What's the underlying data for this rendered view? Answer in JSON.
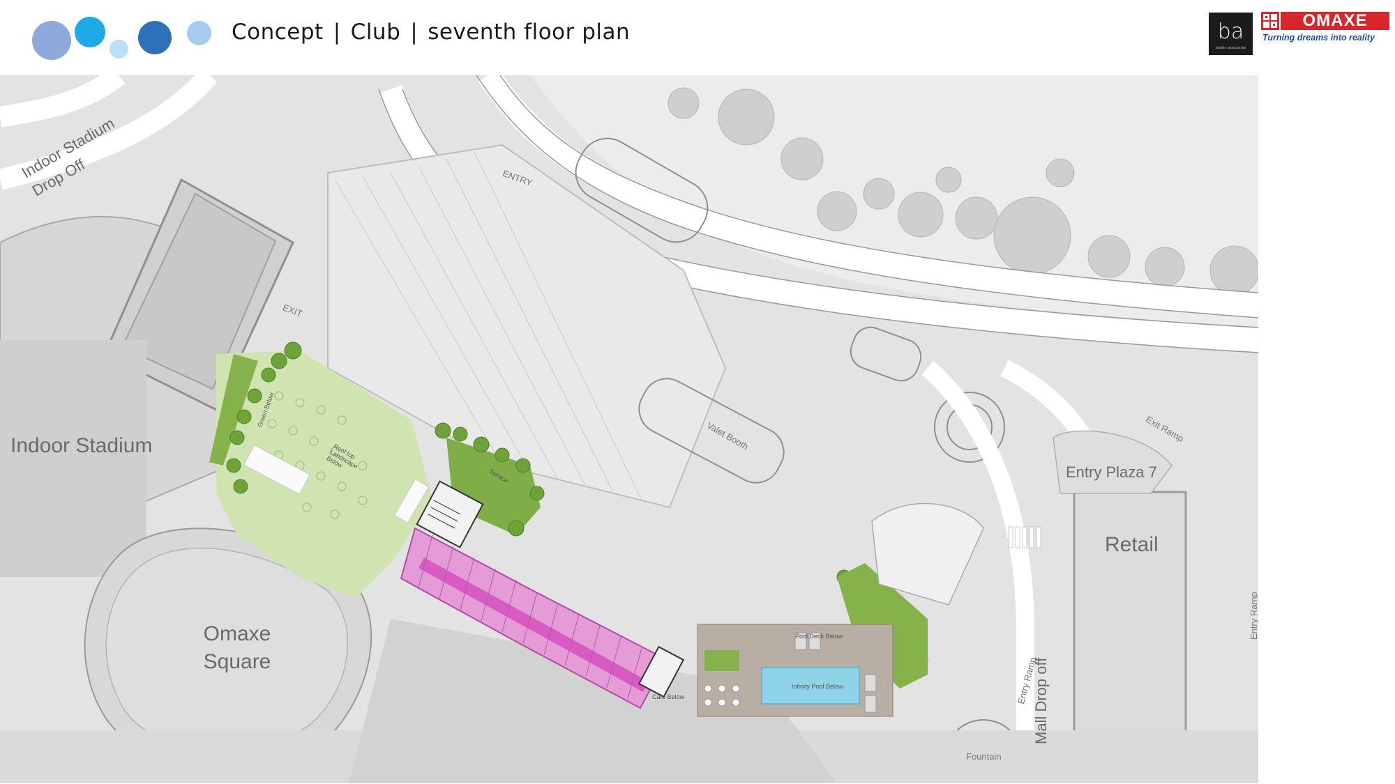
{
  "header": {
    "title_parts": [
      "Concept",
      "Club",
      "seventh floor plan"
    ],
    "separator": "|",
    "dot_colors": [
      "#8fa9dc",
      "#1ea9e8",
      "#bcdff5",
      "#2d71b8",
      "#a6cbee"
    ]
  },
  "logos": {
    "ba": {
      "mark": "ba",
      "subtitle": "beetle associates"
    },
    "omaxe": {
      "name": "OMAXE",
      "tagline": "Turning dreams into reality",
      "brand_color": "#d9262b",
      "tagline_color": "#1f4f9a"
    }
  },
  "plan": {
    "labels": {
      "indoor_stadium_drop_off": "Indoor Stadium Drop Off",
      "indoor_stadium": "Indoor Stadium",
      "omaxe_square": "Omaxe Square",
      "entry_plaza": "Entry Plaza 7",
      "retail": "Retail",
      "mall_drop_off": "Mall Drop off",
      "entry_ramp": "Entry Ramp",
      "exit_ramp": "Exit Ramp",
      "entry": "ENTRY",
      "exit": "EXIT",
      "valet_booth": "Valet Booth",
      "fountain": "Fountain",
      "pool_deck_below": "Pool Deck Below",
      "infinity_pool_below": "Infinity Pool Below",
      "cafe_below": "Cafe Below",
      "terrace": "Terrace",
      "rooftop_landscape_below": "Roof top Landscape Below",
      "green_below": "Green Below"
    },
    "colors": {
      "rooms": "#e59bd6",
      "corridor": "#d85ac3",
      "landscape": "#9bc45a",
      "landscape_light": "#cfe4b0",
      "pool": "#8fd3e8",
      "deck": "#b9aea4"
    }
  }
}
